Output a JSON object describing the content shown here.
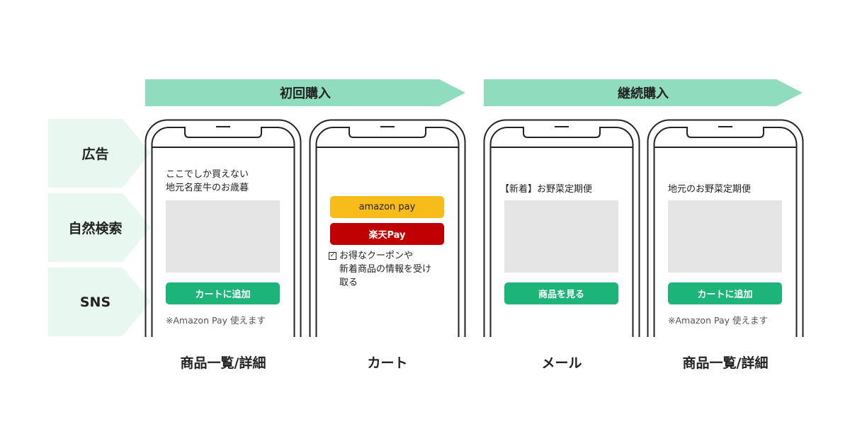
{
  "banners": {
    "first": "初回購入",
    "repeat": "継続購入"
  },
  "channels": [
    "広告",
    "自然検索",
    "SNS"
  ],
  "phones": [
    {
      "headline_1": "ここでしか買えない",
      "headline_2": "地元名産牛のお歳暮",
      "button": "カートに追加",
      "note": "※Amazon Pay 使えます",
      "label": "商品一覧/詳細"
    },
    {
      "amazon_pay": "amazon pay",
      "rakuten_pay": "楽天Pay",
      "checkbox_1": "お得なクーポンや",
      "checkbox_2": "新着商品の情報を受け",
      "checkbox_3": "取る",
      "label": "カート"
    },
    {
      "headline": "【新着】お野菜定期便",
      "button": "商品を見る",
      "label": "メール"
    },
    {
      "headline": "地元のお野菜定期便",
      "button": "カートに追加",
      "note": "※Amazon Pay 使えます",
      "label": "商品一覧/詳細"
    }
  ],
  "colors": {
    "banner": "#8fdcbe",
    "channel": "#e8f7f0",
    "green": "#1db47a",
    "amazon": "#f7bb1a",
    "rakuten": "#c00000"
  }
}
